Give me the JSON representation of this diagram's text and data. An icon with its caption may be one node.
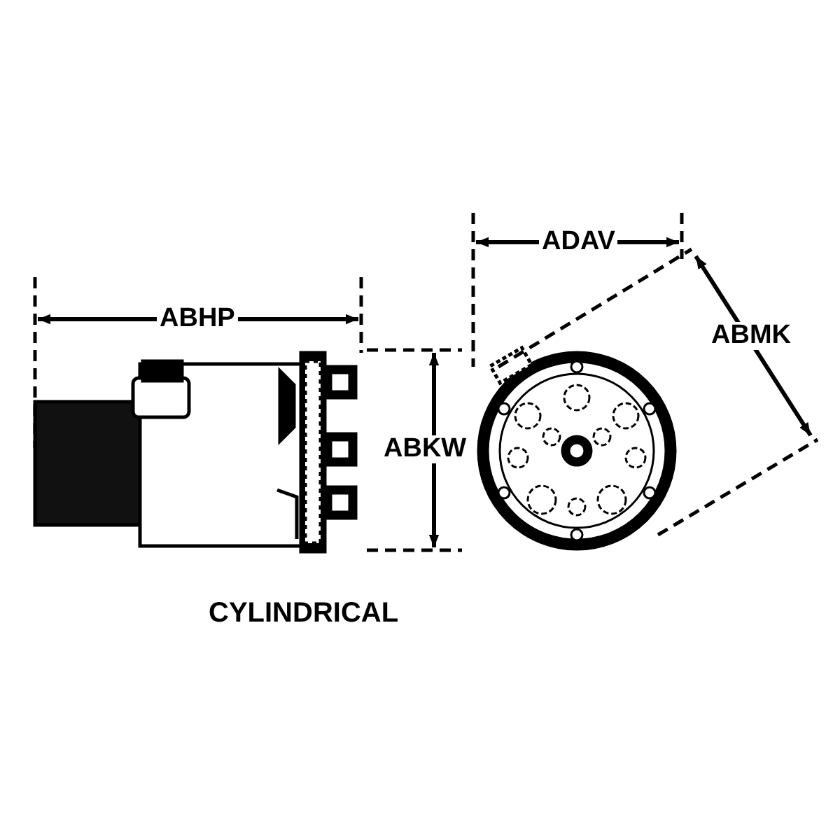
{
  "diagram": {
    "caption": "CYLINDRICAL",
    "labels": [
      "ADAV",
      "ABHP",
      "ABKW",
      "ABMK"
    ]
  }
}
